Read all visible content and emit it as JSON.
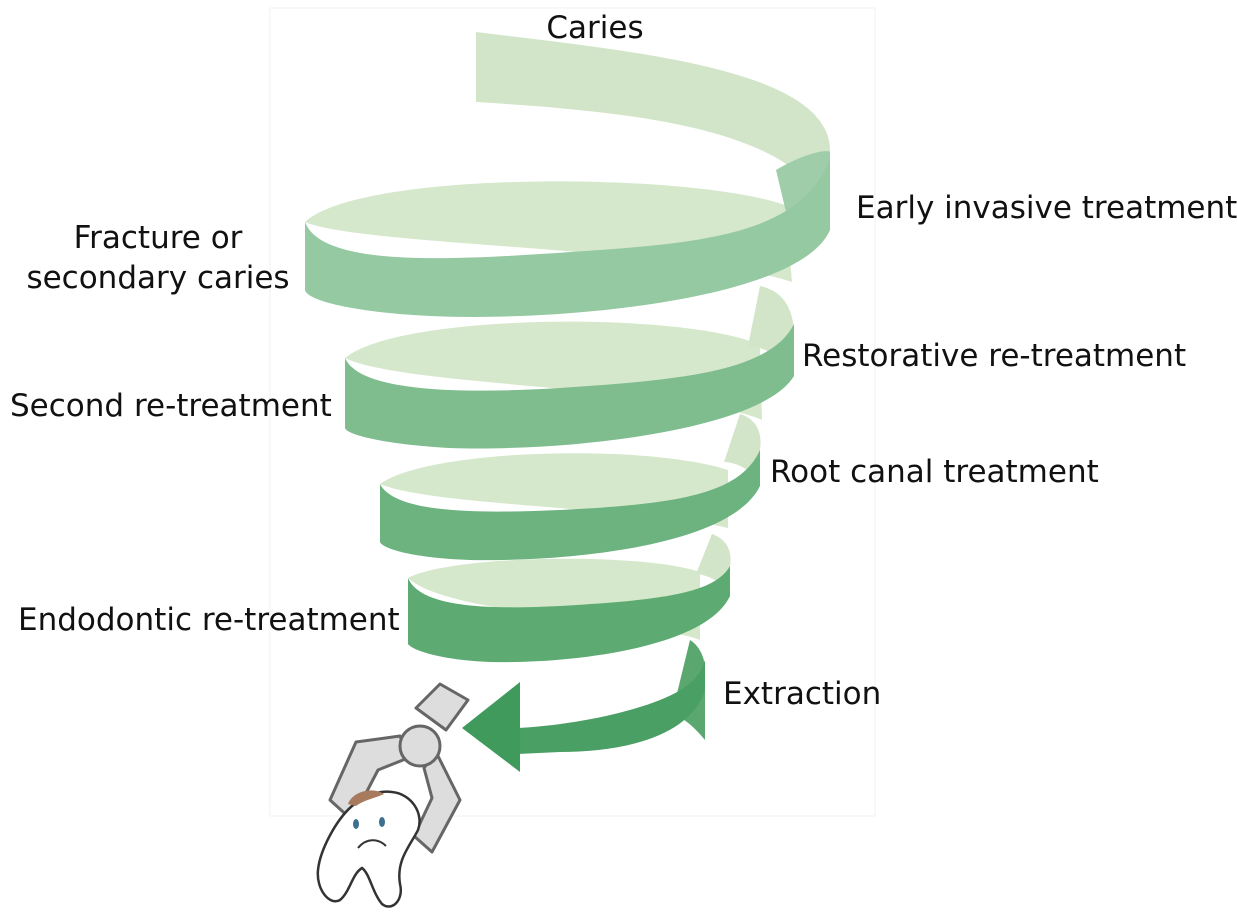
{
  "labels": {
    "caries": "Caries",
    "early_invasive": "Early invasive treatment",
    "fracture_line1": "Fracture or",
    "fracture_line2": "secondary caries",
    "restorative": "Restorative re-treatment",
    "second": "Second re-treatment",
    "root_canal": "Root canal treatment",
    "endodontic": "Endodontic re-treatment",
    "extraction": "Extraction"
  },
  "colors": {
    "band_light": "#d2e5c8",
    "band_mid": "#a7d1af",
    "band_dark": "#55a86e",
    "arrow": "#3f9a5c",
    "forceps_fill": "#dddddd",
    "forceps_stroke": "#666666",
    "decay": "#a87a5e",
    "text": "#111111"
  },
  "icons": [
    "extraction-forceps-icon",
    "sad-tooth-icon",
    "left-arrow-icon"
  ]
}
